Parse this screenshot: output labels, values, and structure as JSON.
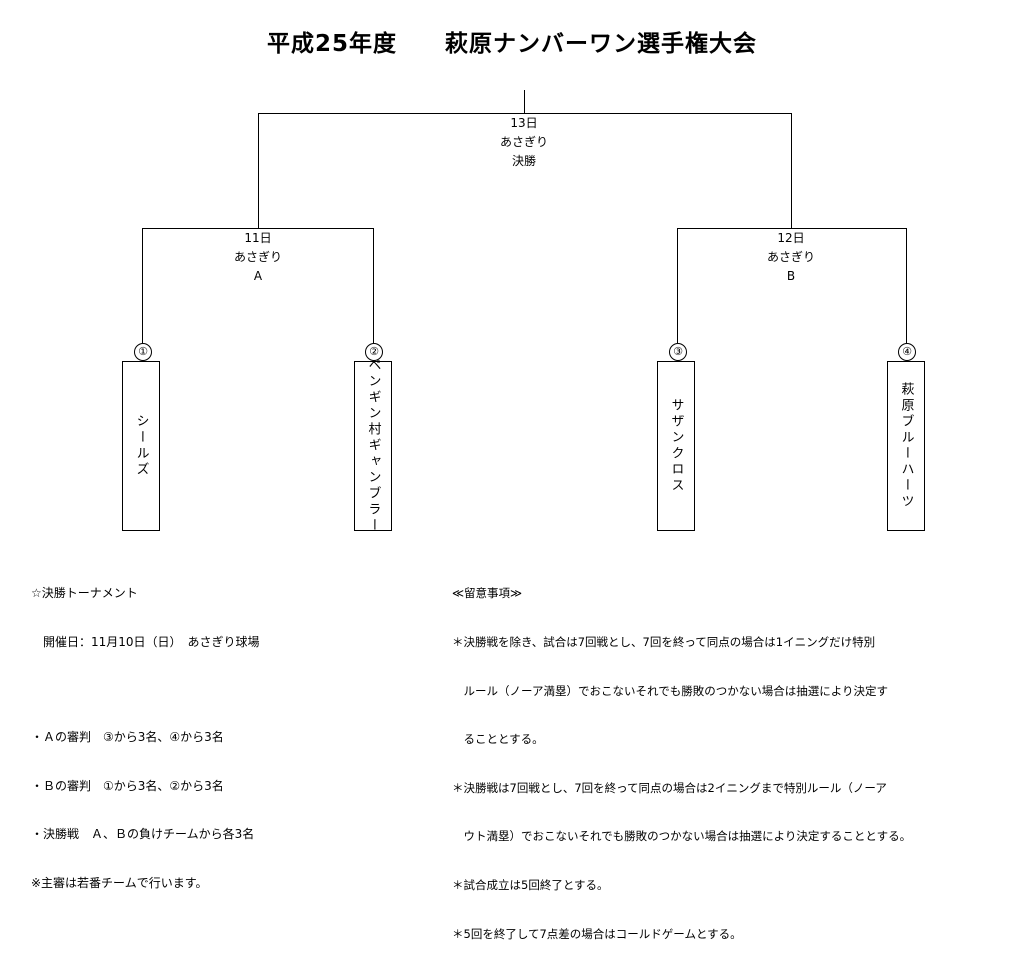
{
  "title": "平成25年度　　萩原ナンバーワン選手権大会",
  "final": {
    "day": "13日",
    "venue": "あさぎり",
    "round": "決勝"
  },
  "semi_a": {
    "day": "11日",
    "venue": "あさぎり",
    "label": "A"
  },
  "semi_b": {
    "day": "12日",
    "venue": "あさぎり",
    "label": "B"
  },
  "teams": [
    {
      "seed": "①",
      "name": "シールズ"
    },
    {
      "seed": "②",
      "name": "ペンギン村ギャンブラー"
    },
    {
      "seed": "③",
      "name": "サザンクロス"
    },
    {
      "seed": "④",
      "name": "萩原ブルーハーツ"
    }
  ],
  "left_notes": [
    "☆決勝トーナメント",
    "　開催日：11月10日（日）　あさぎり球場",
    "",
    "・Ａの審判　③から3名、④から3名",
    "・Ｂの審判　①から3名、②から3名",
    "・決勝戦　Ａ、Ｂの負けチームから各3名",
    "※主審は若番チームで行います。"
  ],
  "right_notes": [
    "≪留意事項≫",
    "＊決勝戦を除き、試合は7回戦とし、7回を終って同点の場合は1イニングだけ特別",
    "　ルール（ノーア満塁）でおこないそれでも勝敗のつかない場合は抽選により決定す",
    "　ることとする。",
    "＊決勝戦は7回戦とし、7回を終って同点の場合は2イニングまで特別ルール（ノーア",
    "　ウト満塁）でおこないそれでも勝敗のつかない場合は抽選により決定することとする。",
    "＊試合成立は5回終了とする。",
    "＊5回を終了して7点差の場合はコールドゲームとする。"
  ]
}
